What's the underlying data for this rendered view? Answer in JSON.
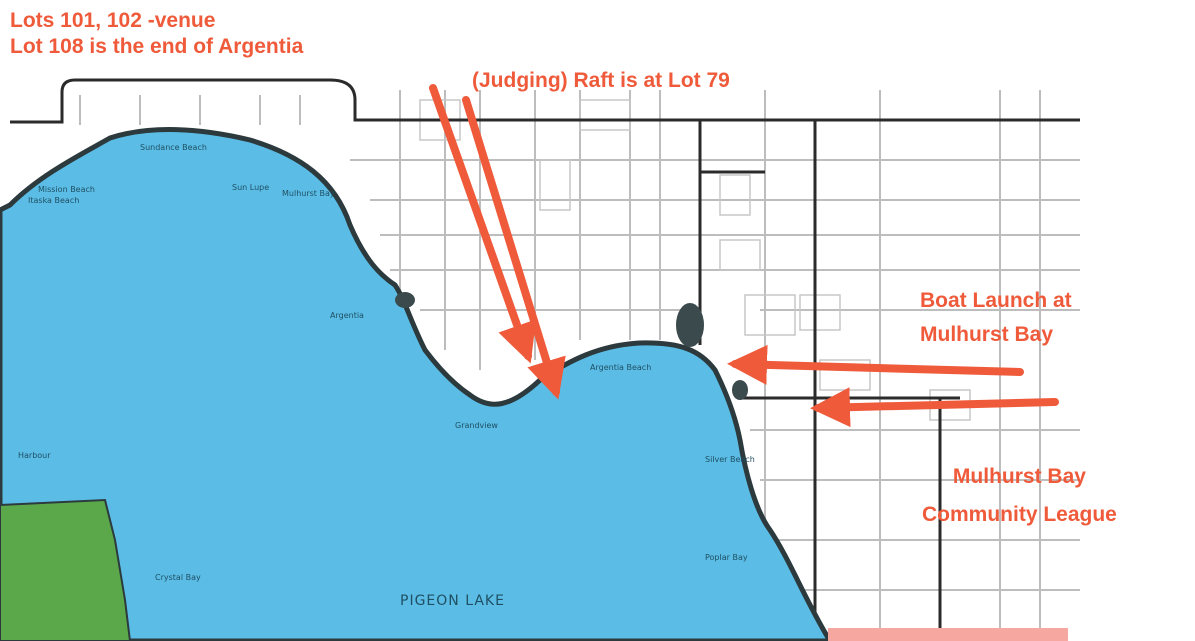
{
  "annotations": {
    "venue_line1": "Lots 101, 102 -venue",
    "venue_line2": "Lot 108 is the end of Argentia",
    "raft": "(Judging) Raft is at Lot 79",
    "boat_launch_line1": "Boat Launch at",
    "boat_launch_line2": "Mulhurst Bay",
    "league_line1": "Mulhurst Bay",
    "league_line2": "Community League"
  },
  "map_labels": {
    "lake": "PIGEON LAKE",
    "sundance": "Sundance Beach",
    "mission": "Mission Beach",
    "itaska": "Itaska Beach",
    "sun_lupe": "Sun Lupe",
    "mulhurst": "Mulhurst Bay",
    "argentia": "Argentia",
    "argentia_beach": "Argentia Beach",
    "grandview": "Grandview",
    "silver": "Silver Beach",
    "poplar": "Poplar Bay",
    "harbour": "Harbour",
    "crystal": "Crystal Bay"
  },
  "colors": {
    "annotation": "#ef5a3a",
    "lake": "#5bbde6",
    "shore": "#2c3a3d",
    "road": "#b7b7b7",
    "park": "#5aa84a",
    "reserve": "#f5a7a0"
  }
}
